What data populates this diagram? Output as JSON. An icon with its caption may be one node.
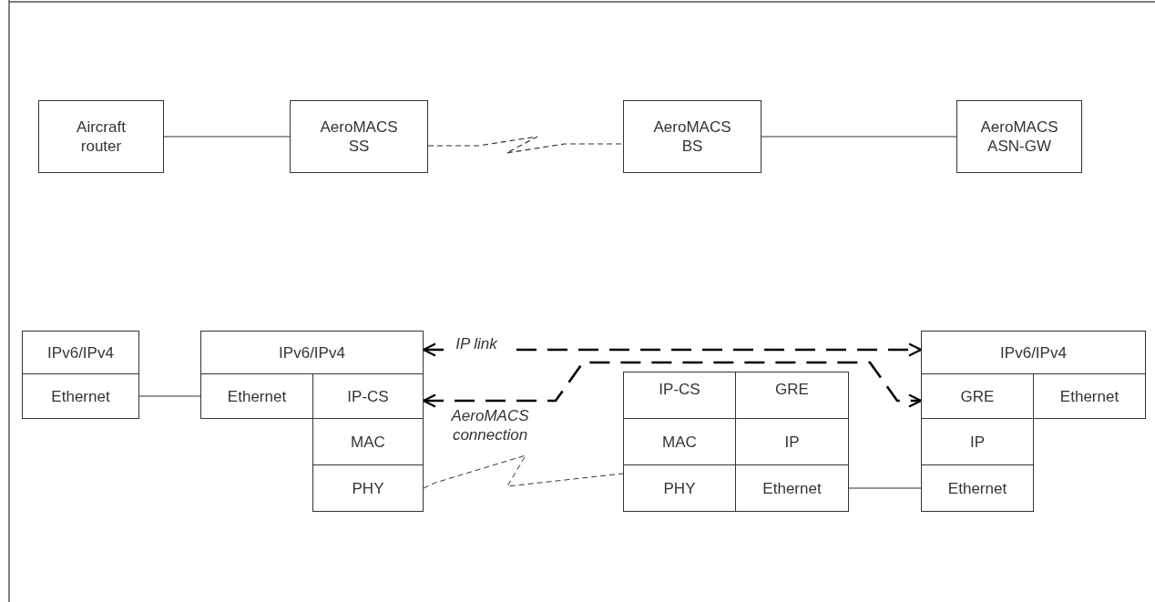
{
  "diagram": {
    "nodes": [
      {
        "text": [
          "Aircraft router"
        ]
      },
      {
        "text": [
          "AeroMACS SS"
        ]
      },
      {
        "text": [
          "AeroMACS BS"
        ]
      },
      {
        "text": [
          "AeroMACS ASN-GW"
        ]
      },
      {
        "text": [
          "IPv6/IPv4"
        ]
      },
      {
        "text": [
          "Ethernet"
        ]
      },
      {
        "text": [
          "IPv6/IPv4"
        ]
      },
      {
        "text": [
          "Ethernet"
        ]
      },
      {
        "text": [
          "IP-CS"
        ]
      },
      {
        "text": [
          "MAC"
        ]
      },
      {
        "text": [
          "PHY"
        ]
      },
      {
        "text": [
          "IP-CS"
        ]
      },
      {
        "text": [
          "GRE"
        ]
      },
      {
        "text": [
          "MAC"
        ]
      },
      {
        "text": [
          "IP"
        ]
      },
      {
        "text": [
          "PHY"
        ]
      },
      {
        "text": [
          "Ethernet"
        ]
      },
      {
        "text": [
          "IPv6/IPv4"
        ]
      },
      {
        "text": [
          "GRE"
        ]
      },
      {
        "text": [
          "Ethernet"
        ]
      },
      {
        "text": [
          "IP"
        ]
      },
      {
        "text": [
          "Ethernet"
        ]
      }
    ],
    "edges": [
      {
        "from": 0,
        "to": 1,
        "arrow": "none"
      },
      {
        "from": 1,
        "to": 2,
        "arrow": "none",
        "style": "dashed"
      },
      {
        "from": 2,
        "to": 3,
        "arrow": "none"
      },
      {
        "from": 5,
        "to": 7,
        "arrow": "none"
      },
      {
        "from": 6,
        "to": 17,
        "arrow": "both",
        "style": "dashed",
        "label": "IP link"
      },
      {
        "from": 8,
        "to": 18,
        "arrow": "both",
        "style": "dashed"
      },
      {
        "from": 10,
        "to": 15,
        "arrow": "none",
        "style": "dashed",
        "label": "AeroMACS connection"
      },
      {
        "from": 16,
        "to": 21,
        "arrow": "none"
      }
    ]
  }
}
